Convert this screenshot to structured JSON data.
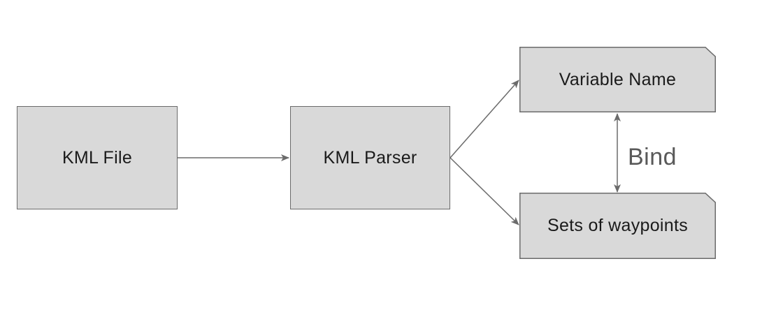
{
  "nodes": {
    "kml_file": "KML File",
    "kml_parser": "KML Parser",
    "variable_name": "Variable Name",
    "waypoints": "Sets of waypoints"
  },
  "edges": {
    "bind_label": "Bind"
  },
  "colors": {
    "box_fill": "#d9d9d9",
    "box_stroke": "#6b6b6b",
    "arrow": "#6b6b6b",
    "label_text": "#1a1a1a",
    "bind_text": "#595959"
  }
}
